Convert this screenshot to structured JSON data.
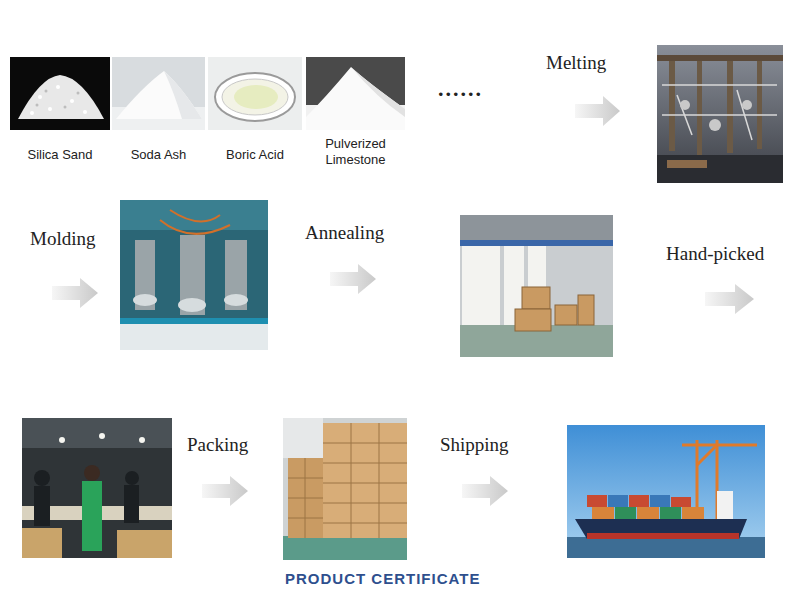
{
  "diagram": {
    "nodes": [
      {
        "text": [
          "Silica Sand"
        ]
      },
      {
        "text": [
          "Soda Ash"
        ]
      },
      {
        "text": [
          "Boric Acid"
        ]
      },
      {
        "text": [
          "Pulverized Limestone"
        ]
      }
    ],
    "labels": [
      "......",
      "Melting",
      "Molding",
      "Annealing",
      "Hand-picked",
      "Packing",
      "Shipping",
      "PRODUCT CERTIFICATE"
    ]
  }
}
